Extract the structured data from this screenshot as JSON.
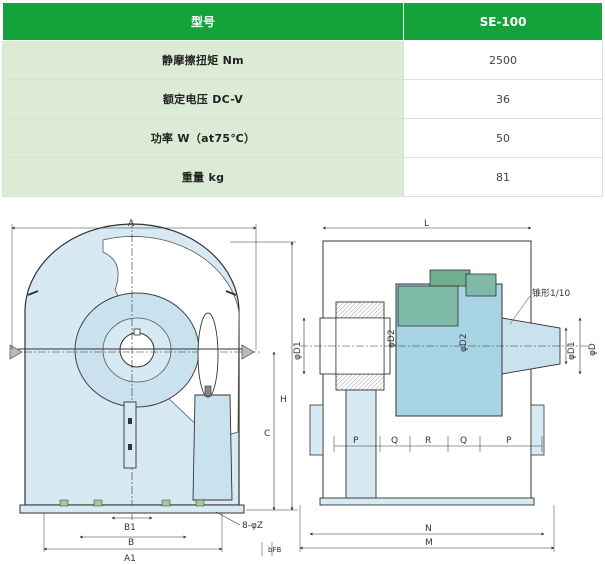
{
  "table": {
    "header": {
      "label": "型号",
      "value": "SE-100"
    },
    "rows": [
      {
        "label": "静摩擦扭矩 Nm",
        "value": "2500"
      },
      {
        "label": "额定电压 DC-V",
        "value": "36"
      },
      {
        "label": "功率 W（at75℃）",
        "value": "50"
      },
      {
        "label": "重量 kg",
        "value": "81"
      }
    ]
  },
  "drawing": {
    "front_view": {
      "A": "A",
      "A1": "A1",
      "B": "B",
      "B1": "B1",
      "C": "C",
      "H": "H",
      "bolt_holes": "8-φZ",
      "foot_thickness": "bFB"
    },
    "side_view": {
      "L": "L",
      "N": "N",
      "M": "M",
      "P_left": "P",
      "Q_left": "Q",
      "R": "R",
      "Q_right": "Q",
      "P_right": "P",
      "D": "φD",
      "D1_left": "φD1",
      "D1_right": "φD1",
      "D2_left": "φD2",
      "D2_right": "φD2",
      "taper": "锥形1/10"
    },
    "colors": {
      "housing": "#d7e9f2",
      "outline": "#333333",
      "coil": "#7fb9a7",
      "shaft_blue": "#a8d4e6",
      "bracket_green": "#6fae8f"
    }
  }
}
